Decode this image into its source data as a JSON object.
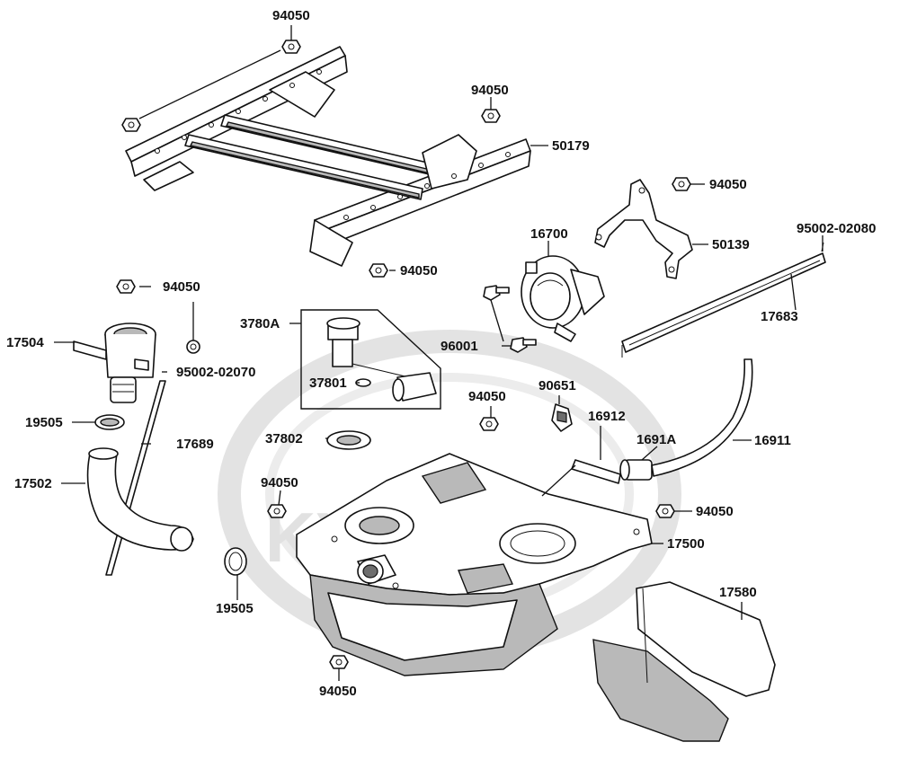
{
  "watermark": {
    "text": "KYMCO",
    "color": "#d6d6d6"
  },
  "labels": {
    "p94050_top": "94050",
    "p94050_frame_right": "94050",
    "p50179": "50179",
    "p94050_bracket": "94050",
    "p50139": "50139",
    "p95002_02080": "95002-02080",
    "p17683": "17683",
    "p16700": "16700",
    "p94050_frame_bottom": "94050",
    "p96001": "96001",
    "p94050_left": "94050",
    "p3780A": "3780A",
    "p37801": "37801",
    "p17504": "17504",
    "p95002_02070": "95002-02070",
    "p19505_upper": "19505",
    "p17689": "17689",
    "p17502": "17502",
    "p37802": "37802",
    "p94050_mid": "94050",
    "p90651": "90651",
    "p16912": "16912",
    "p1691A": "1691A",
    "p16911": "16911",
    "p94050_tank_left": "94050",
    "p94050_tank_right": "94050",
    "p17500": "17500",
    "p19505_lower": "19505",
    "p17580": "17580",
    "p94050_bottom": "94050"
  }
}
